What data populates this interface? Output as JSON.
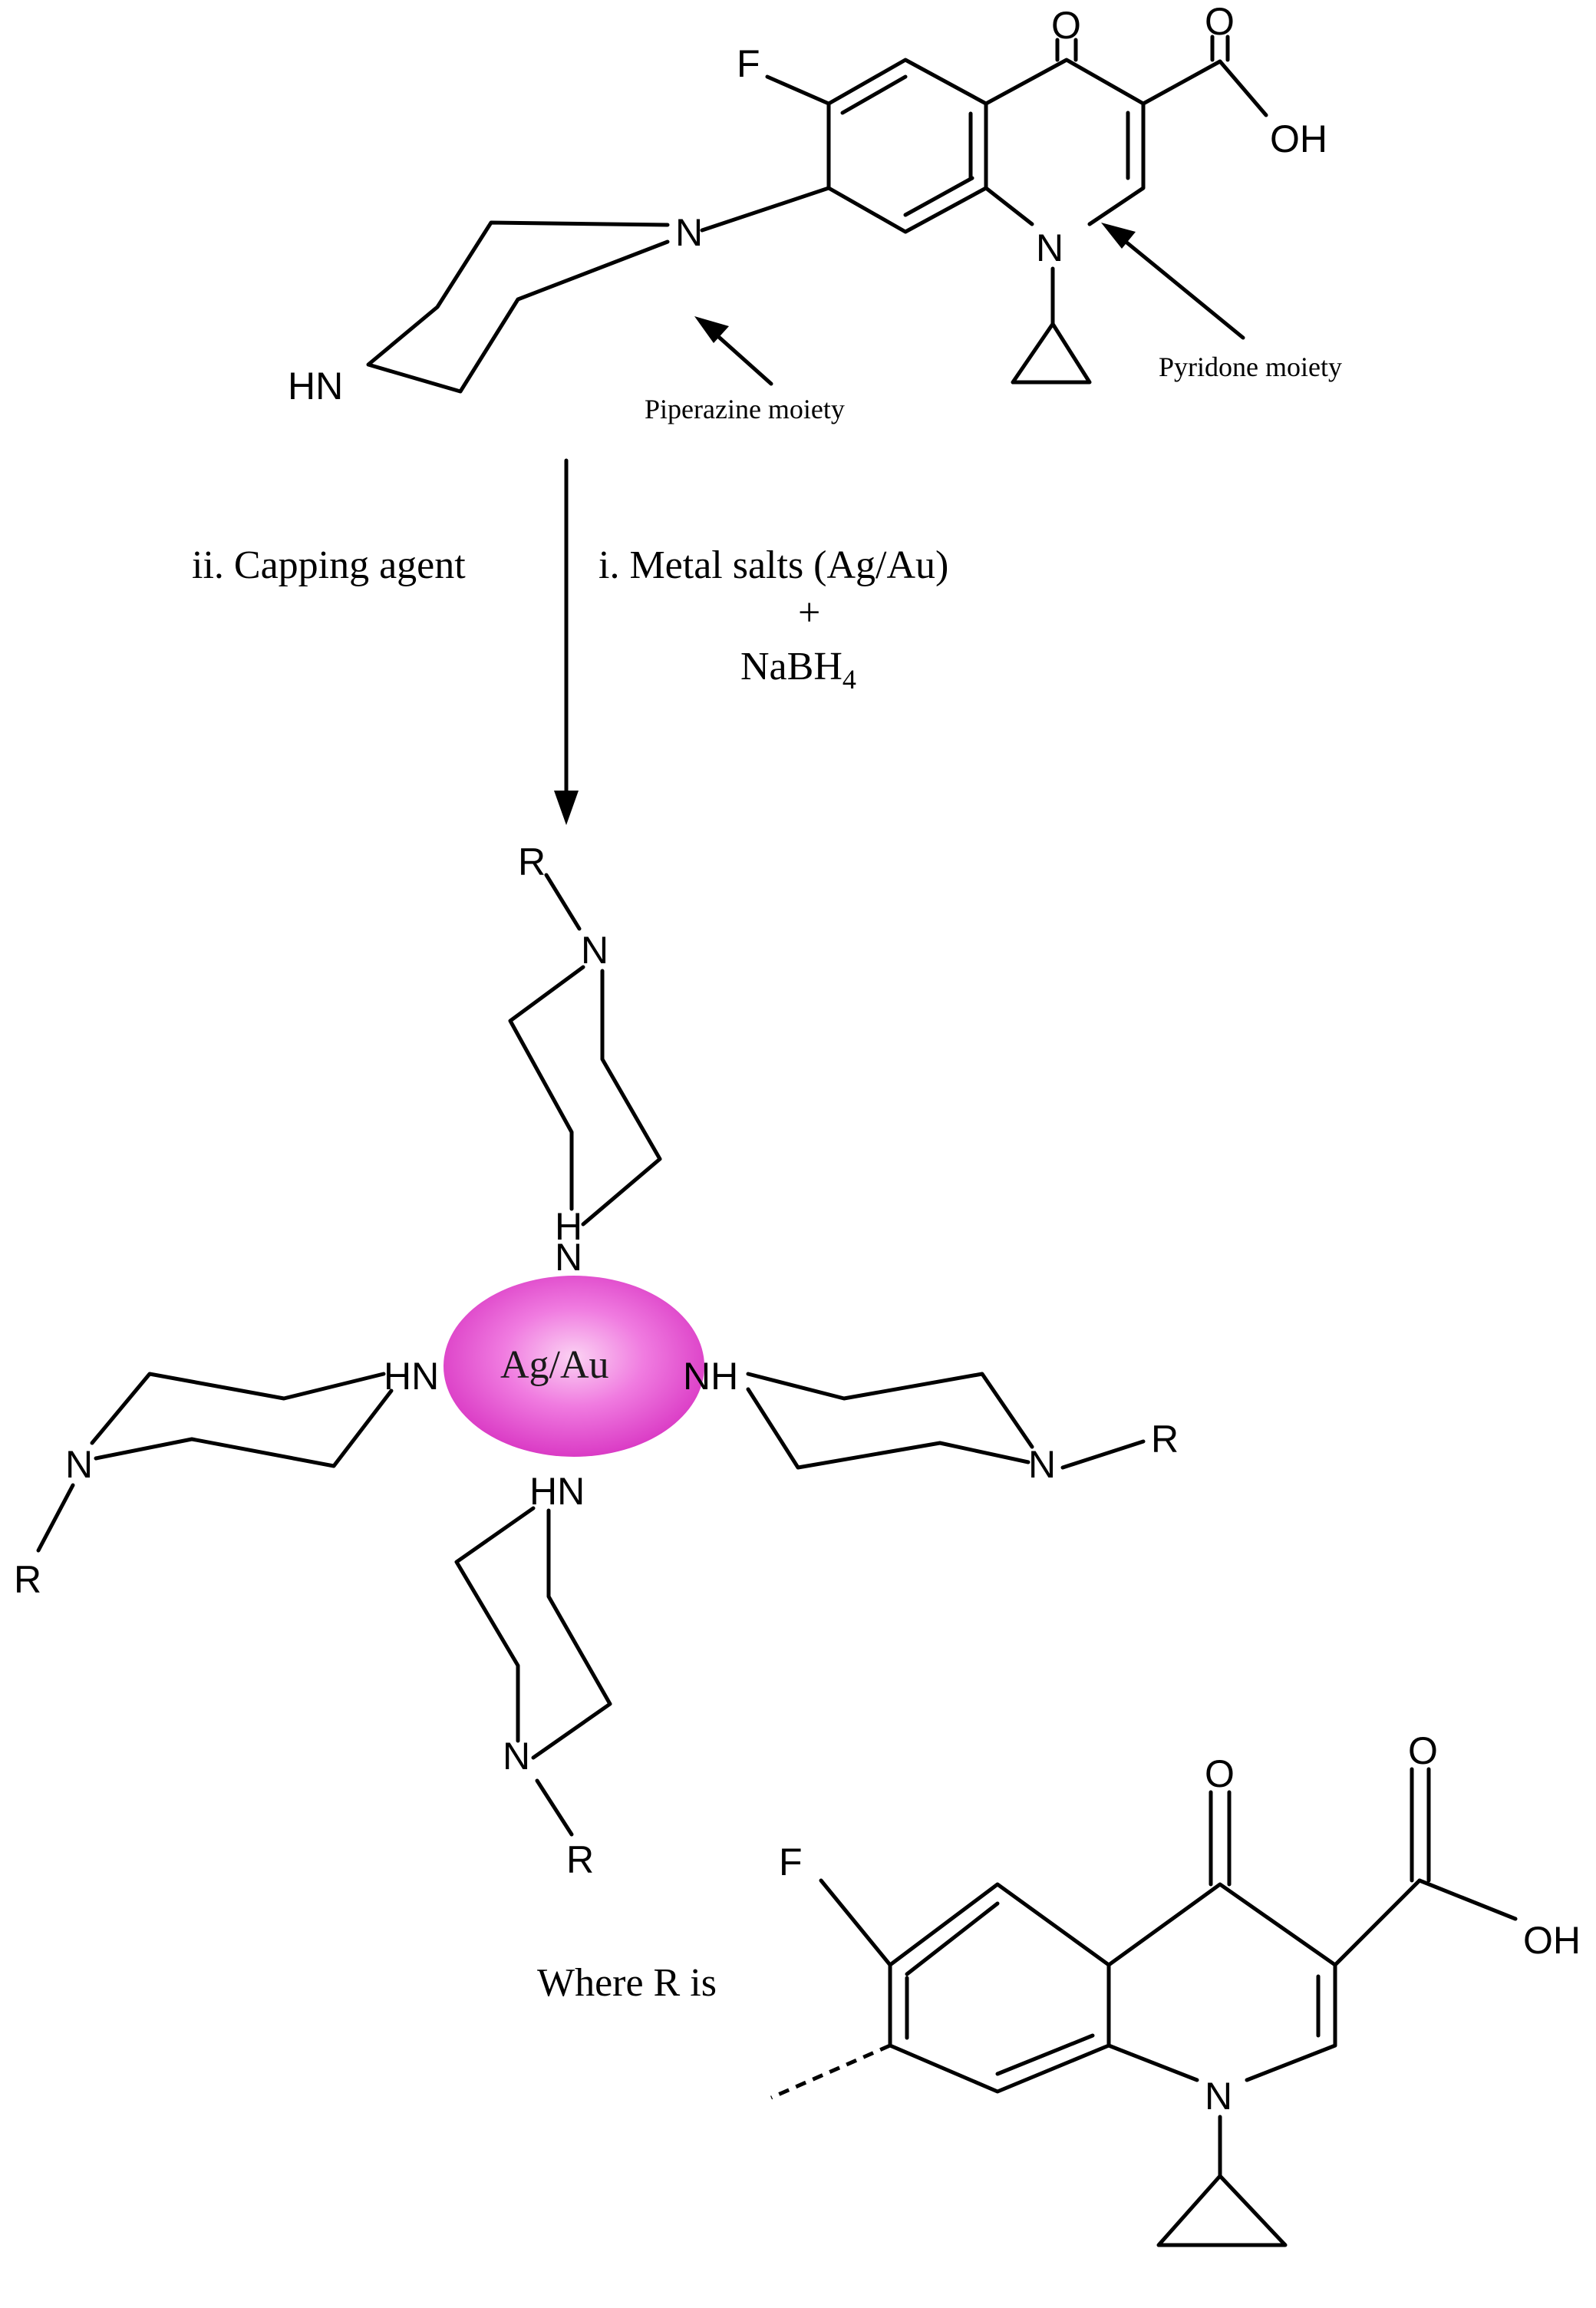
{
  "atoms": {
    "F": "F",
    "O": "O",
    "OH": "OH",
    "N": "N",
    "HN": "HN",
    "NH": "NH",
    "H": "H",
    "R": "R"
  },
  "annotations": {
    "pyridone": "Pyridone moiety",
    "piperazine": "Piperazine moiety"
  },
  "conditions": {
    "capping": "ii. Capping agent",
    "metal": "i. Metal salts (Ag/Au)",
    "plus": "+",
    "reductant_main": "NaBH",
    "reductant_sub": "4"
  },
  "core_label": "Ag/Au",
  "where_r": "Where R is",
  "colors": {
    "core_light": "#fbd2f3",
    "core_mid": "#f07be0",
    "core_dark": "#d62fc0"
  }
}
